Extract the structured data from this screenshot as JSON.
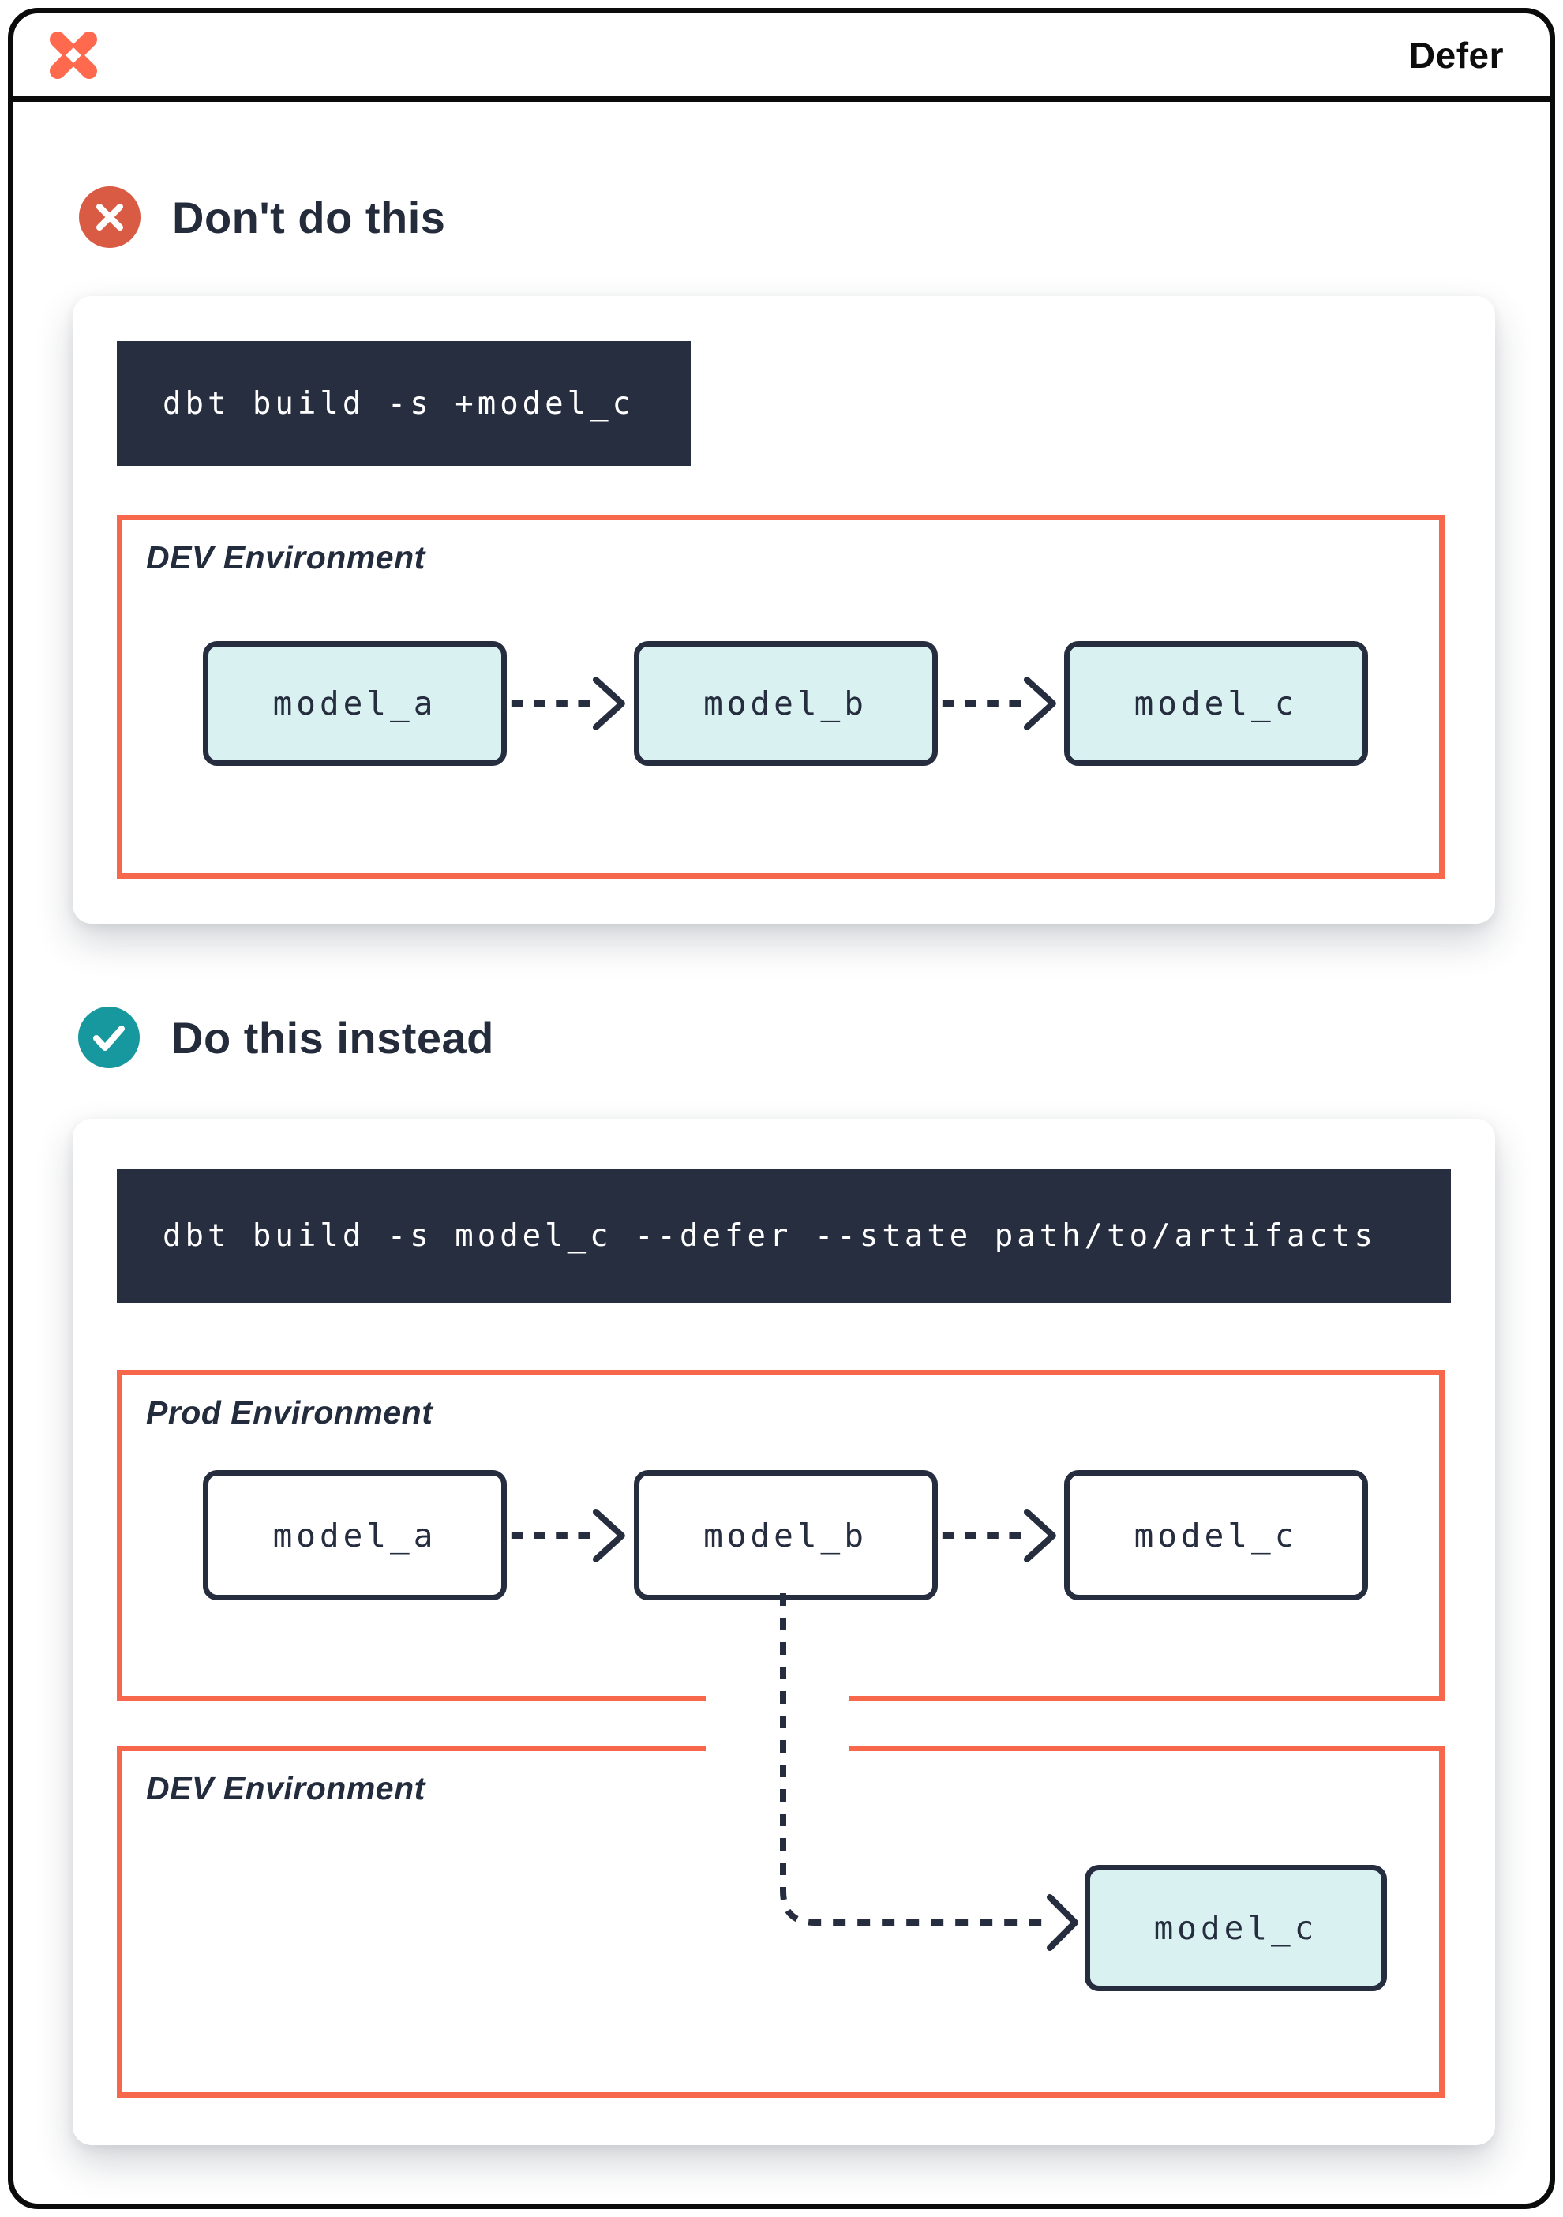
{
  "header": {
    "title": "Defer",
    "logo_icon": "dbt-logo"
  },
  "colors": {
    "frame_black": "#0b0b0b",
    "logo_orange": "#ff6a4f",
    "env_border_orange": "#f6674b",
    "badge_red": "#d95b43",
    "badge_teal": "#17989e",
    "navy": "#252d3e",
    "code_background": "#272e40",
    "model_fill_teal": "#d9f2f1",
    "heading_text": "#242c3c"
  },
  "sections": [
    {
      "heading": "Don't do this",
      "badge_icon": "x-circle",
      "command": "dbt build -s +model_c",
      "environments": [
        {
          "label": "DEV Environment",
          "models": [
            {
              "name": "model_a"
            },
            {
              "name": "model_b"
            },
            {
              "name": "model_c"
            }
          ]
        }
      ]
    },
    {
      "heading": "Do this instead",
      "badge_icon": "check-circle",
      "command": "dbt build -s model_c --defer --state path/to/artifacts",
      "environments": [
        {
          "label": "Prod Environment",
          "models": [
            {
              "name": "model_a"
            },
            {
              "name": "model_b"
            },
            {
              "name": "model_c"
            }
          ]
        },
        {
          "label": "DEV Environment",
          "models": [
            {
              "name": "model_c"
            }
          ]
        }
      ]
    }
  ]
}
